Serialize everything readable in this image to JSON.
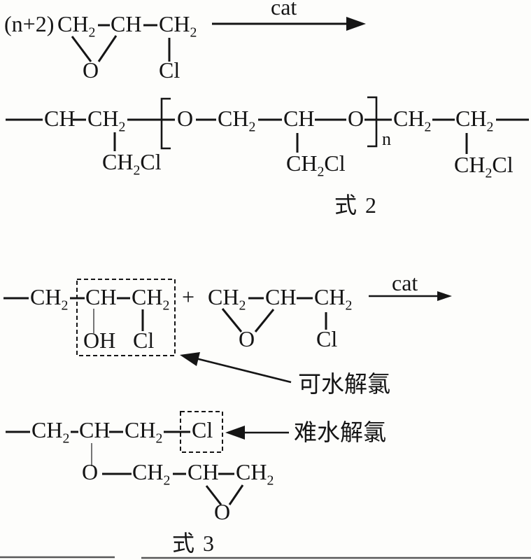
{
  "page": {
    "background": "#fdfdfb",
    "ink": "#151515",
    "thin_line": "#555555"
  },
  "formula2": {
    "reactant": {
      "coefficient": "(n+2)",
      "c1": "CH",
      "c1s": "2",
      "c2": "CH",
      "c3": "CH",
      "c3s": "2",
      "epoxide_o": "O",
      "chloro": "Cl"
    },
    "arrow": {
      "label": "cat"
    },
    "product": {
      "u1": "CH",
      "u2": "CH",
      "u2s": "2",
      "pend1_a": "CH",
      "pend1_s": "2",
      "pend1_b": "Cl",
      "o1": "O",
      "u3": "CH",
      "u3s": "2",
      "u4": "CH",
      "pend2_a": "CH",
      "pend2_s": "2",
      "pend2_b": "Cl",
      "o2": "O",
      "repeat_index": "n",
      "u5": "CH",
      "u5s": "2",
      "u6": "CH",
      "u6s": "2",
      "pend3_a": "CH",
      "pend3_s": "2",
      "pend3_b": "Cl"
    },
    "caption": "式 2"
  },
  "formula3": {
    "polymer_segment": {
      "c1": "CH",
      "c1s": "2",
      "c2": "CH",
      "hydroxyl": "OH",
      "c3": "CH",
      "c3s": "2",
      "chloro": "Cl"
    },
    "plus": "+",
    "monomer": {
      "c1": "CH",
      "c1s": "2",
      "c2": "CH",
      "c3": "CH",
      "c3s": "2",
      "epoxide_o": "O",
      "chloro": "Cl"
    },
    "arrow": {
      "label": "cat"
    },
    "annotation_hydrolyzable": "可水解氯",
    "product": {
      "c1": "CH",
      "c1s": "2",
      "c2": "CH",
      "c3": "CH",
      "c3s": "2",
      "boxed_chloro": "Cl",
      "ether_o": "O",
      "s1": "CH",
      "s1s": "2",
      "s2": "CH",
      "s3": "CH",
      "s3s": "2",
      "epoxide_o": "O"
    },
    "annotation_nonhydrolyzable": "难水解氯",
    "caption": "式 3"
  }
}
